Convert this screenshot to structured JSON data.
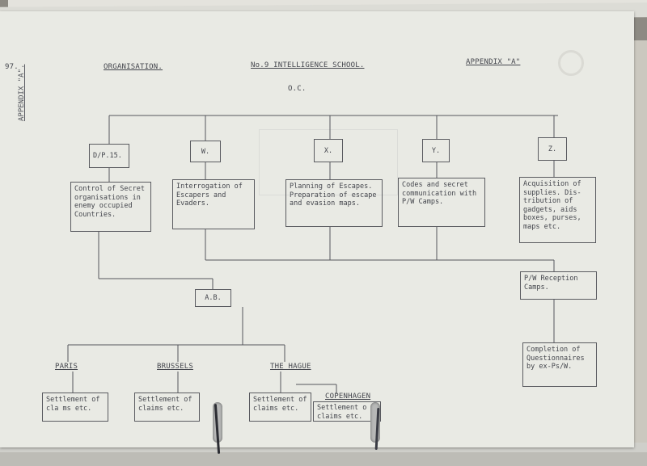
{
  "page_number": "97.",
  "side_label": "APPENDIX \"A\".",
  "header": {
    "left": "ORGANISATION.",
    "center": "No.9 INTELLIGENCE SCHOOL.",
    "right": "APPENDIX \"A\""
  },
  "oc": "O.C.",
  "sections": {
    "dp15": "D/P.15.",
    "w": "W.",
    "x": "X.",
    "y": "Y.",
    "z": "Z."
  },
  "descriptions": {
    "dp15": "Control of Secret\norganisations in\nenemy occupied\nCountries.",
    "w": "Interrogation of\nEscapers and\nEvaders.",
    "x": "Planning of Escapes.\nPreparation of escape\nand evasion maps.",
    "y": "Codes and secret\ncommunication with\nP/W Camps.",
    "z": "Acquisition of\nsupplies. Dis-\ntribution of\ngadgets, aids\nboxes, purses,\nmaps etc."
  },
  "pw_reception": "P/W Reception\nCamps.",
  "completion": "Completion of\nQuestionnaires\nby ex-Ps/W.",
  "ab": "A.B.",
  "cities": {
    "paris": "PARIS",
    "brussels": "BRUSSELS",
    "hague": "THE HAGUE",
    "copenhagen": "COPENHAGEN"
  },
  "settlements": {
    "paris": "Settlement of\ncla  ms etc.",
    "brussels": "Settlement of\nclaims etc.",
    "hague": "Settlement of\nclaims etc.",
    "copenhagen": "Settlement o\nclaims etc."
  }
}
